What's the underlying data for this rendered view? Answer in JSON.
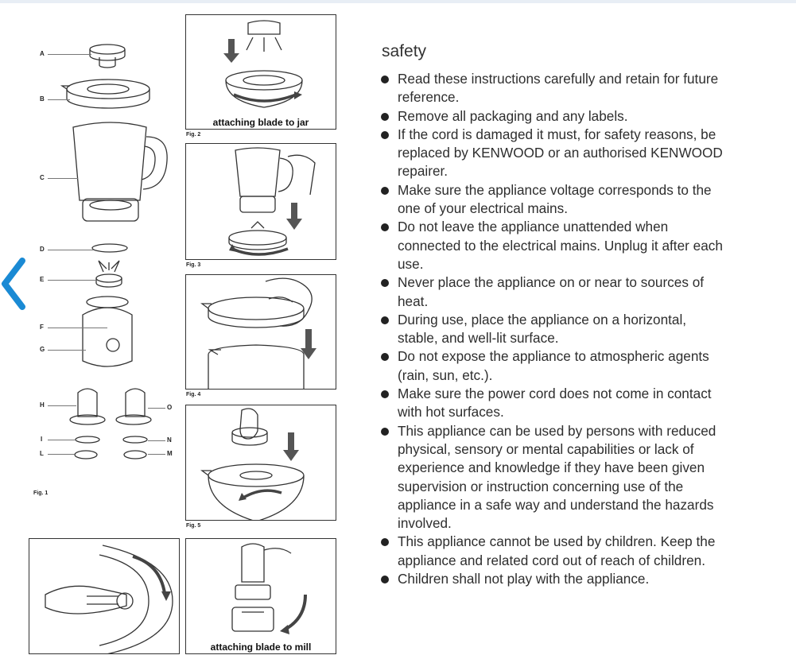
{
  "figure": {
    "part_labels": [
      "A",
      "B",
      "C",
      "D",
      "E",
      "F",
      "G",
      "H",
      "I",
      "L",
      "O",
      "N",
      "M"
    ],
    "fig1_label": "Fig. 1",
    "fig2_label": "Fig. 2",
    "fig3_label": "Fig. 3",
    "fig4_label": "Fig. 4",
    "fig5_label": "Fig. 5",
    "fig2_caption": "attaching blade to jar",
    "fig7_caption": "attaching blade to mill"
  },
  "safety": {
    "heading": "safety",
    "items": [
      "Read these instructions carefully and retain for future reference.",
      "Remove all packaging and any labels.",
      "If the cord is damaged it must, for safety reasons, be replaced by KENWOOD or an authorised KENWOOD repairer.",
      "Make sure the appliance voltage corresponds to the one of your electrical mains.",
      "Do not leave the appliance unattended when connected to the electrical mains. Unplug it after each use.",
      "Never place the appliance on or near to sources of heat.",
      "During use, place the appliance on a horizontal, stable, and well-lit surface.",
      "Do not expose the appliance to atmospheric agents (rain, sun, etc.).",
      "Make sure the power cord does not come in contact with hot surfaces.",
      "This appliance can be used by persons with reduced physical, sensory or mental capabilities or lack of experience and knowledge if they have been given supervision or instruction concerning use of the appliance in a safe way and understand the hazards involved.",
      "This appliance cannot be used by children. Keep the appliance and related cord out of reach of children.",
      "Children shall not play with the appliance."
    ]
  },
  "colors": {
    "accent": "#1a8ad4",
    "ink": "#2b2b2b",
    "arrow": "#555555"
  },
  "icons": {
    "prev": "chevron-left-icon"
  }
}
